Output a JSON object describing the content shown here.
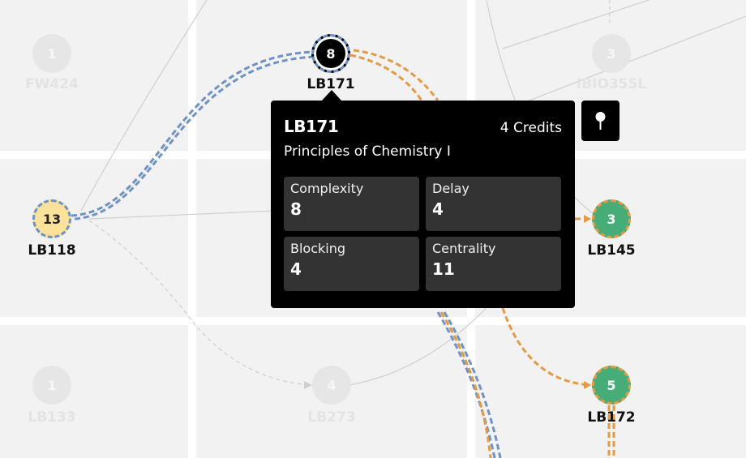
{
  "nodes": [
    {
      "id": "fw424",
      "number": "1",
      "label": "FW424",
      "state": "faded"
    },
    {
      "id": "lb171",
      "number": "8",
      "label": "LB171",
      "state": "selected"
    },
    {
      "id": "ibio355l",
      "number": "3",
      "label": "IBIO355L",
      "state": "faded"
    },
    {
      "id": "lb118",
      "number": "13",
      "label": "LB118",
      "state": "highlight"
    },
    {
      "id": "lb145",
      "number": "3",
      "label": "LB145",
      "state": "active"
    },
    {
      "id": "lb133",
      "number": "1",
      "label": "LB133",
      "state": "faded"
    },
    {
      "id": "lb273",
      "number": "4",
      "label": "LB273",
      "state": "faded"
    },
    {
      "id": "lb172",
      "number": "5",
      "label": "LB172",
      "state": "active"
    }
  ],
  "tooltip": {
    "code": "LB171",
    "credits": "4 Credits",
    "name": "Principles of Chemistry I",
    "metrics": [
      {
        "label": "Complexity",
        "value": "8"
      },
      {
        "label": "Delay",
        "value": "4"
      },
      {
        "label": "Blocking",
        "value": "4"
      },
      {
        "label": "Centrality",
        "value": "11"
      }
    ]
  },
  "pin_button": {
    "icon": "pin-icon"
  },
  "colors": {
    "prereq_path": "#6f93c6",
    "postreq_path": "#e39a43",
    "highlight_node": "#fbe29a",
    "active_node": "#46ad79"
  }
}
